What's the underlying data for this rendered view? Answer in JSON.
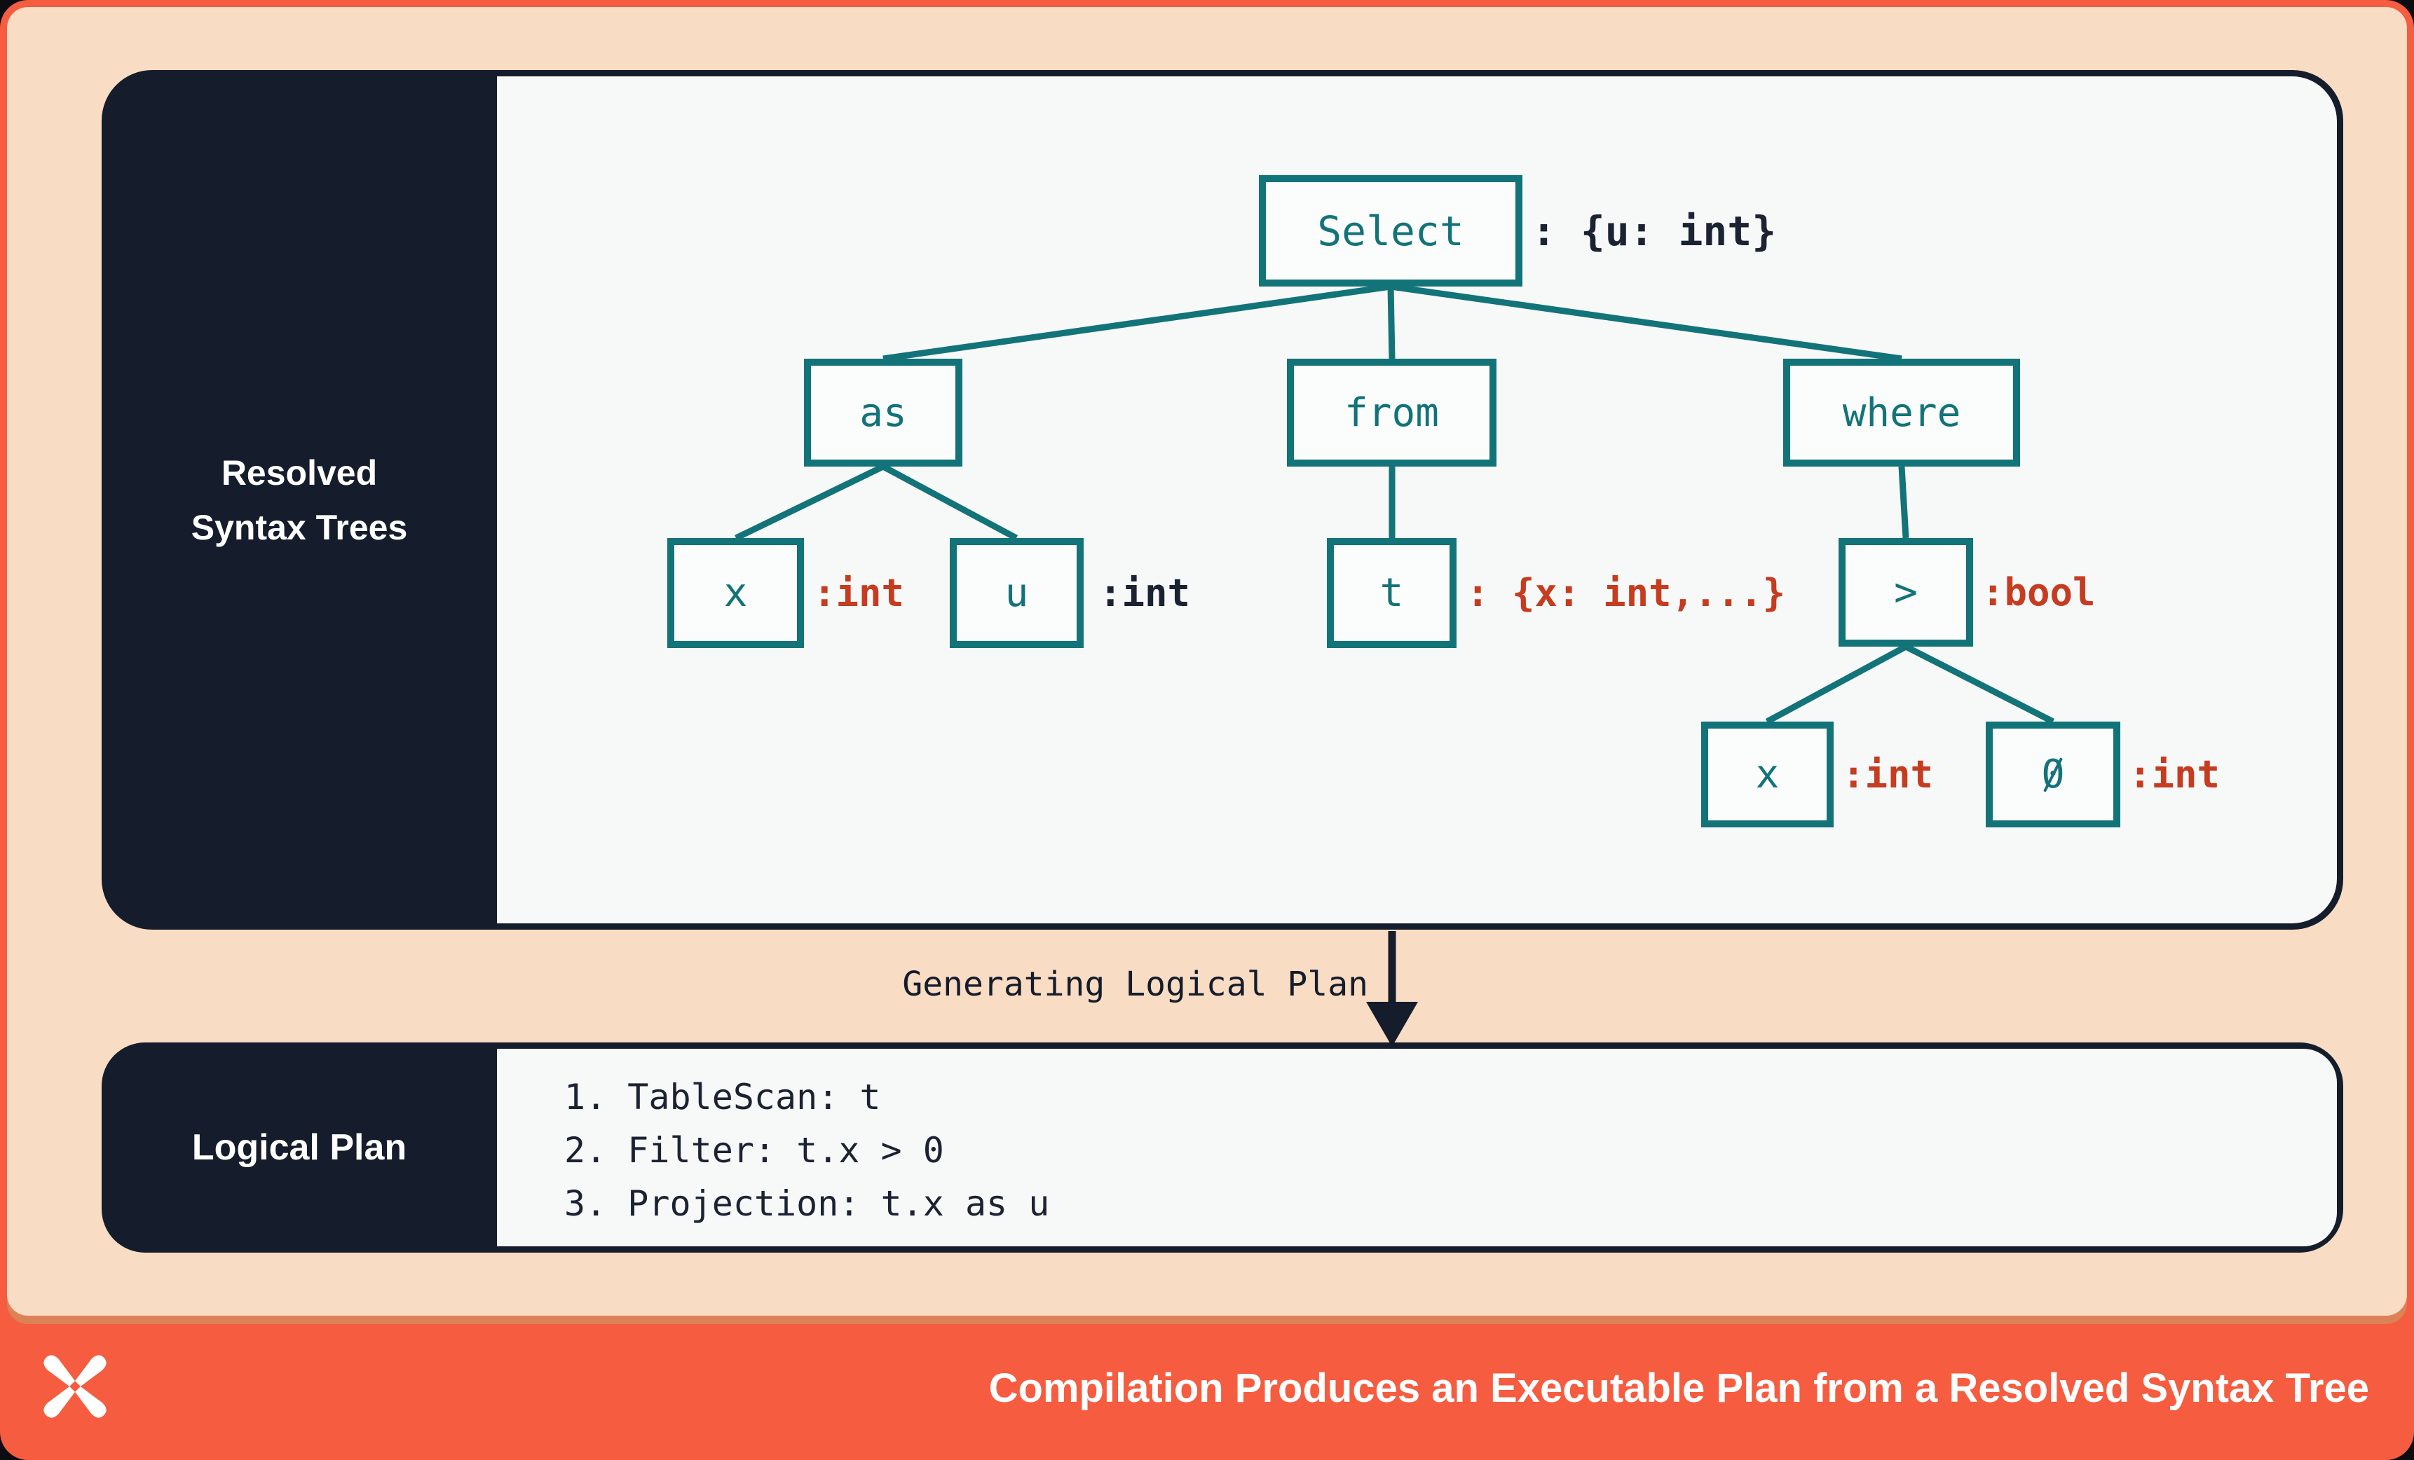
{
  "colors": {
    "frame_orange": "#f65c3f",
    "board_peach": "#f8dcc3",
    "panel_navy": "#151c2b",
    "panel_light": "#f7f8f8",
    "tree_teal": "#127379",
    "type_new_red": "#c53c20",
    "type_given_navy": "#1b2232",
    "text_white": "#ffffff"
  },
  "top_panel": {
    "sidebar_title_lines": [
      "Resolved",
      "Syntax Trees"
    ],
    "tree": {
      "nodes": [
        {
          "id": "select",
          "label": "Select",
          "annotation": ": {u: int}"
        },
        {
          "id": "as",
          "label": "as"
        },
        {
          "id": "from",
          "label": "from"
        },
        {
          "id": "where",
          "label": "where"
        },
        {
          "id": "x-left",
          "label": "x",
          "annotation": ":int"
        },
        {
          "id": "u",
          "label": "u",
          "annotation": ":int"
        },
        {
          "id": "t",
          "label": "t",
          "annotation": ": {x: int,...}"
        },
        {
          "id": "gt",
          "label": ">",
          "annotation": ":bool"
        },
        {
          "id": "x-right",
          "label": "x",
          "annotation": ":int"
        },
        {
          "id": "zero",
          "label": "0",
          "annotation": ":int"
        }
      ]
    }
  },
  "transition": {
    "label": "Generating Logical Plan"
  },
  "bottom_panel": {
    "sidebar_title": "Logical Plan",
    "steps": [
      "1. TableScan: t",
      "2. Filter: t.x > 0",
      "3. Projection: t.x as u"
    ]
  },
  "footer": {
    "logo_icon": "pinwheel-star-logo",
    "caption": "Compilation Produces an Executable Plan from a Resolved Syntax Tree"
  }
}
